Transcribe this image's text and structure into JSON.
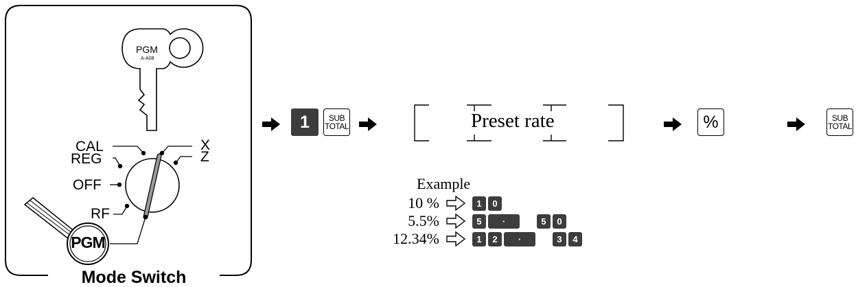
{
  "mode_switch": {
    "title": "Mode Switch",
    "key_label": "PGM",
    "key_code": "A-A08",
    "positions": [
      "CAL",
      "REG",
      "OFF",
      "RF",
      "X",
      "Z"
    ],
    "selected_position_badge": "PGM"
  },
  "sequence": {
    "step1_key": "1",
    "subtotal_top": "SUB",
    "subtotal_bottom": "TOTAL",
    "preset_rate_label": "Preset rate",
    "percent_key": "%",
    "final_subtotal_top": "SUB",
    "final_subtotal_bottom": "TOTAL"
  },
  "example": {
    "heading": "Example",
    "rows": [
      {
        "value": "10 %",
        "keys": [
          "1",
          "0"
        ]
      },
      {
        "value": "5.5%",
        "keys": [
          "5",
          "·",
          "5",
          "0"
        ]
      },
      {
        "value": "12.34%",
        "keys": [
          "1",
          "2",
          "·",
          "3",
          "4"
        ]
      }
    ]
  },
  "colors": {
    "key_dark": "#3d3d3d",
    "outline": "#000000",
    "switch_gray": "#9a9a9a"
  }
}
